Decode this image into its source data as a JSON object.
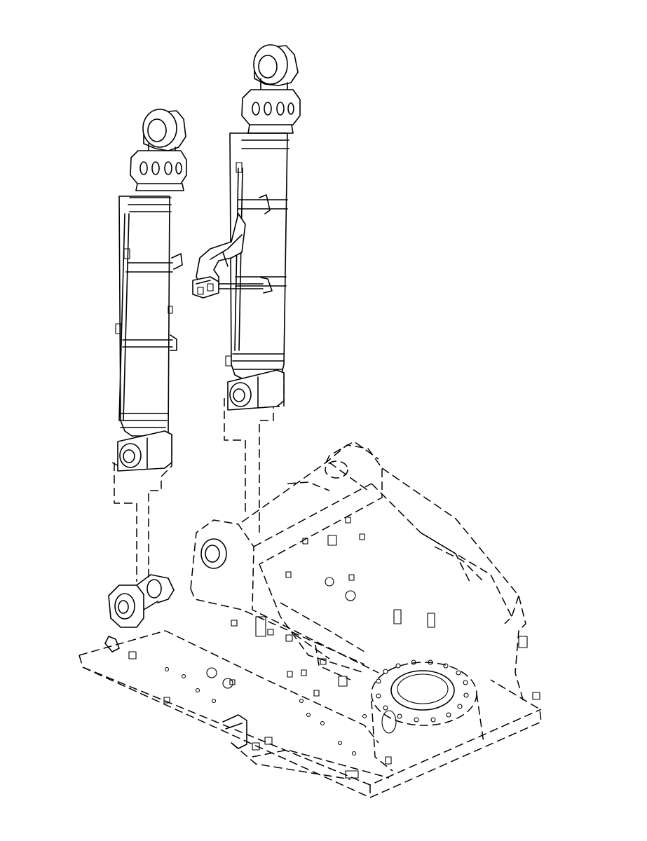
{
  "diagram": {
    "kind": "exploded-assembly-line-drawing",
    "stroke_color": "#000000",
    "background_color": "#ffffff",
    "parts": [
      {
        "id": "left-cylinder"
      },
      {
        "id": "right-cylinder"
      },
      {
        "id": "hose-bracket"
      },
      {
        "id": "main-frame"
      },
      {
        "id": "swing-bearing-mount"
      }
    ]
  }
}
